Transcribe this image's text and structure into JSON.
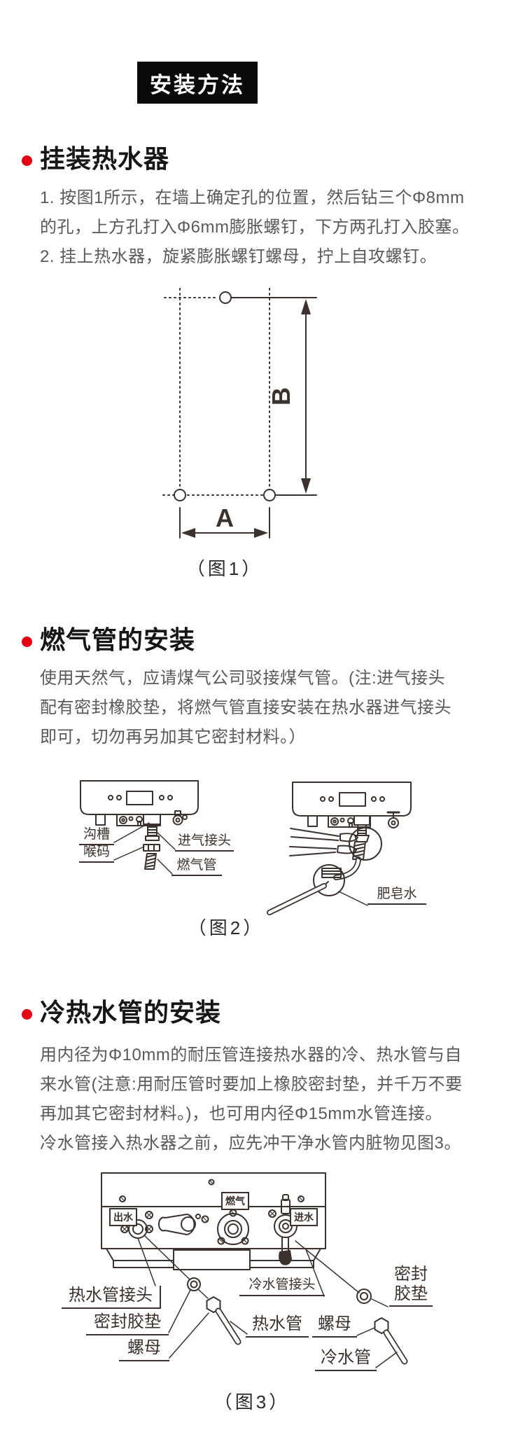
{
  "colors": {
    "accent_red": "#e60012",
    "badge_bg": "#0a0a0a",
    "body_text": "#58595b",
    "line_art": "#3b322e"
  },
  "page": {
    "badge": "安装方法"
  },
  "sections": {
    "mount": {
      "title": "挂装热水器",
      "lines": [
        "1. 按图1所示，在墙上确定孔的位置，然后钻三个Φ8mm",
        "的孔，上方孔打入Φ6mm膨胀螺钉，下方两孔打入胶塞。",
        "2. 挂上热水器，旋紧膨胀螺钉螺母，拧上自攻螺钉。"
      ]
    },
    "gas": {
      "title": "燃气管的安装",
      "lines": [
        "使用天然气，应请煤气公司驳接煤气管。(注:进气接头",
        "配有密封橡胶垫，将燃气管直接安装在热水器进气接头",
        "即可，切勿再另加其它密封材料。）"
      ]
    },
    "water": {
      "title": "冷热水管的安装",
      "lines": [
        "用内径为Φ10mm的耐压管连接热水器的冷、热水管与自",
        "来水管(注意:用耐压管时要加上橡胶密封垫，并千万不要",
        "再加其它密封材料。)，也可用内径Φ15mm水管连接。",
        "冷水管接入热水器之前，应先冲干净水管内脏物见图3。"
      ]
    }
  },
  "figure1": {
    "caption": "（图1）",
    "dim_a": "A",
    "dim_b": "B"
  },
  "figure2": {
    "caption": "（图2）",
    "labels": {
      "groove": "沟槽",
      "clamp": "喉码",
      "inlet": "进气接头",
      "gas_pipe": "燃气管",
      "soapy_water": "肥皂水"
    }
  },
  "figure3": {
    "caption": "（图3）",
    "panel": {
      "out": "出水",
      "gas": "燃气",
      "in": "进水"
    },
    "labels": {
      "hot_connector": "热水管接头",
      "seal_left": "密封胶垫",
      "nut_left": "螺母",
      "cold_connector": "冷水管接头",
      "hot_pipe": "热水管",
      "nut_right": "螺母",
      "cold_pipe": "冷水管",
      "seal_right": "密封胶垫"
    }
  }
}
